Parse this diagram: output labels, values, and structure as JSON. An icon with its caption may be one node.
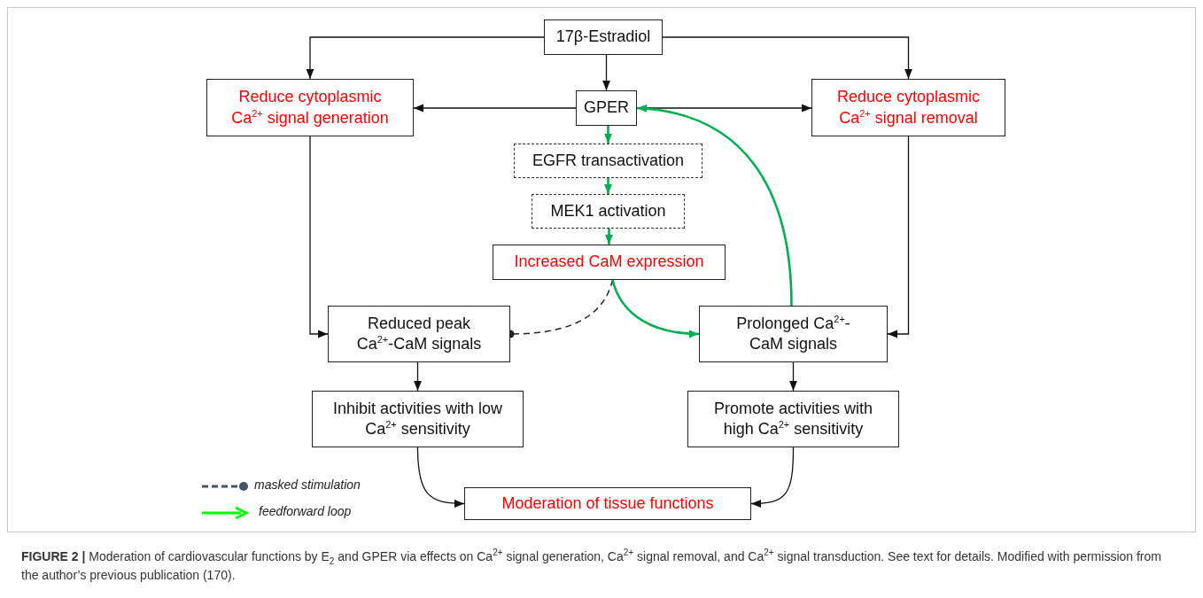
{
  "diagram": {
    "caption": "**FIGURE 2 |** Moderation of cardiovascular functions by E$_{2}$ and GPER via effects on Ca$^{2+}$ signal generation, Ca$^{2+}$ signal removal, and Ca$^{2+}$ signal transduction. See text for details. Modified with permission from the author’s previous publication (170).",
    "nodes": [
      {
        "text": [
          "17β-Estradiol"
        ]
      },
      {
        "text": [
          "Reduce cytoplasmic Ca$^{2+}$ signal generation"
        ]
      },
      {
        "text": [
          "GPER"
        ]
      },
      {
        "text": [
          "Reduce cytoplasmic Ca$^{2+}$ signal removal"
        ]
      },
      {
        "text": [
          "EGFR transactivation"
        ]
      },
      {
        "text": [
          "MEK1 activation"
        ]
      },
      {
        "text": [
          "Increased CaM expression"
        ]
      },
      {
        "text": [
          "Reduced peak Ca$^{2+}$-CaM signals"
        ]
      },
      {
        "text": [
          "Prolonged Ca$^{2+}$-CaM signals"
        ]
      },
      {
        "text": [
          "Inhibit activities with low Ca$^{2+}$ sensitivity"
        ]
      },
      {
        "text": [
          "Promote activities with high Ca$^{2+}$ sensitivity"
        ]
      },
      {
        "text": [
          "Moderation of tissue functions"
        ]
      }
    ],
    "edges": [
      {
        "from": 0,
        "to": 1,
        "arrow": "to"
      },
      {
        "from": 0,
        "to": 2,
        "arrow": "to"
      },
      {
        "from": 0,
        "to": 3,
        "arrow": "to"
      },
      {
        "from": 2,
        "to": 1,
        "arrow": "to"
      },
      {
        "from": 2,
        "to": 3,
        "arrow": "to"
      },
      {
        "from": 2,
        "to": 4,
        "arrow": "to",
        "color": "#00b050"
      },
      {
        "from": 4,
        "to": 5,
        "arrow": "to",
        "color": "#00b050"
      },
      {
        "from": 5,
        "to": 6,
        "arrow": "to",
        "color": "#00b050"
      },
      {
        "from": 6,
        "to": 7,
        "arrow": "other",
        "style": "dashed"
      },
      {
        "from": 6,
        "to": 8,
        "arrow": "to",
        "color": "#00b050"
      },
      {
        "from": 8,
        "to": 2,
        "arrow": "to",
        "color": "#00b050"
      },
      {
        "from": 1,
        "to": 7,
        "arrow": "to"
      },
      {
        "from": 3,
        "to": 8,
        "arrow": "to"
      },
      {
        "from": 7,
        "to": 9,
        "arrow": "to"
      },
      {
        "from": 8,
        "to": 10,
        "arrow": "to"
      },
      {
        "from": 9,
        "to": 11,
        "arrow": "to"
      },
      {
        "from": 10,
        "to": 11,
        "arrow": "to"
      }
    ],
    "legend": [
      {
        "text": "masked stimulation"
      },
      {
        "text": "feedforward loop"
      }
    ]
  }
}
